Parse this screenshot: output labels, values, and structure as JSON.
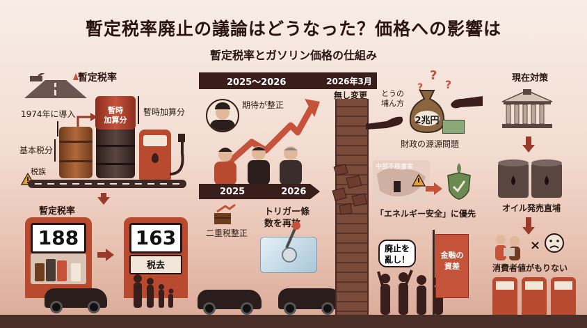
{
  "header": {
    "title": "暫定税率廃止の議論はどうなった？価格への影響は",
    "subtitle": "暫定税率とガソリン価格の仕組み"
  },
  "left": {
    "section_title": "暫定税率",
    "intro_year": "1974年に導入",
    "surcharge_barrel_label": "暫時\n加算分",
    "surcharge_label": "暫時加算分",
    "base_tax_label": "基本税分",
    "tax_label": "税族",
    "rate_title": "暫定税率",
    "price_before": "188",
    "price_after": "163",
    "after_caption": "税去"
  },
  "middle": {
    "timeline_banner": "2025〜2026",
    "march_label": "2026年3月",
    "no_change": "無し変更",
    "expectation": "期待が整正",
    "year_2025": "2025",
    "year_2026": "2026",
    "double_tax": "二重税整正",
    "trigger": "トリガー條\n数を再放"
  },
  "right_mid": {
    "how_fill": "とうの\n埔ん方",
    "money_amount": "2兆円",
    "fiscal_issue": "財政の源源問題",
    "middle_east": "中部不移書害",
    "energy_priority": "「エネルギー安全」に優先",
    "abolish_speech": "廃止を\n亂し！",
    "banner_text": "金融の\n資差"
  },
  "right": {
    "section_title": "現在対策",
    "oil_label": "オイル発売直埔",
    "consumer_label": "消費者値がもりない",
    "times": "×"
  },
  "colors": {
    "dark": "#3a1e1c",
    "accent": "#9a3a2a",
    "bg": "#f3ddd2"
  }
}
